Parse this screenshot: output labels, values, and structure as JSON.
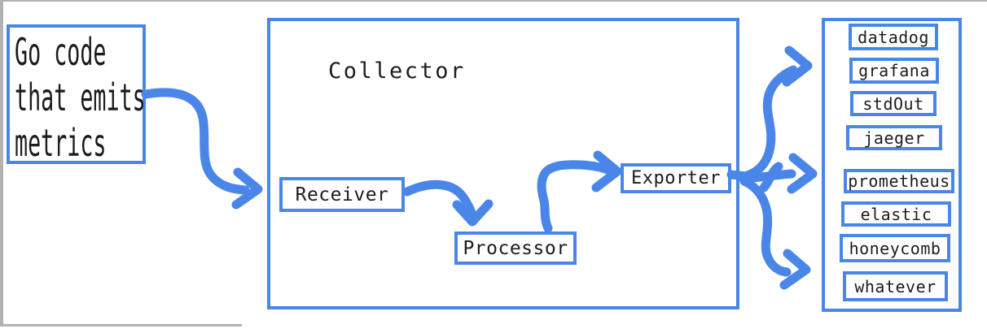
{
  "diagram": {
    "source": {
      "lines": [
        "Go code",
        "that emits",
        "metrics"
      ]
    },
    "collector": {
      "title": "Collector",
      "components": {
        "receiver": "Receiver",
        "processor": "Processor",
        "exporter": "Exporter"
      }
    },
    "destinations": [
      "datadog",
      "grafana",
      "stdOut",
      "jaeger",
      "prometheus",
      "elastic",
      "honeycomb",
      "whatever"
    ]
  },
  "colors": {
    "accent": "#4a86e8",
    "text": "#1c1c1c",
    "frame_gray": "#b2b2b2",
    "background": "#ffffff"
  }
}
